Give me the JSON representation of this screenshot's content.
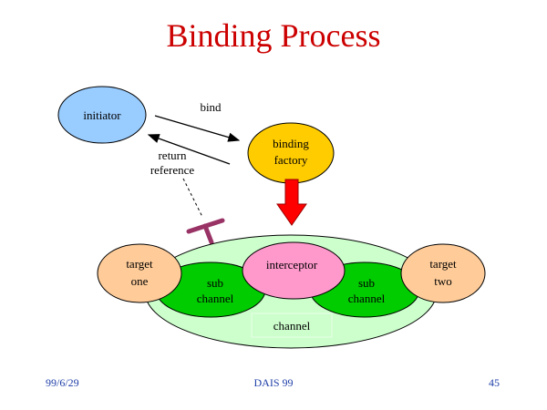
{
  "title": "Binding Process",
  "nodes": {
    "initiator": "initiator",
    "binding_factory": [
      "binding",
      "factory"
    ],
    "target_one": [
      "target",
      "one"
    ],
    "target_two": [
      "target",
      "two"
    ],
    "interceptor": "interceptor",
    "sub_channel_left": [
      "sub",
      "channel"
    ],
    "sub_channel_right": [
      "sub",
      "channel"
    ],
    "channel": "channel"
  },
  "labels": {
    "bind": "bind",
    "return_reference": [
      "return",
      "reference"
    ]
  },
  "colors": {
    "title": "#cc0000",
    "initiator": "#99ccff",
    "binding_factory": "#ffcc00",
    "target": "#ffcc99",
    "interceptor": "#ff99cc",
    "sub_channel": "#00cc00",
    "channel": "#ccffcc",
    "arrow": "#ff0000",
    "interface_handle": "#993366",
    "footer": "#1f3fa8"
  },
  "footer": {
    "date": "99/6/29",
    "event": "DAIS 99",
    "page": "45"
  }
}
